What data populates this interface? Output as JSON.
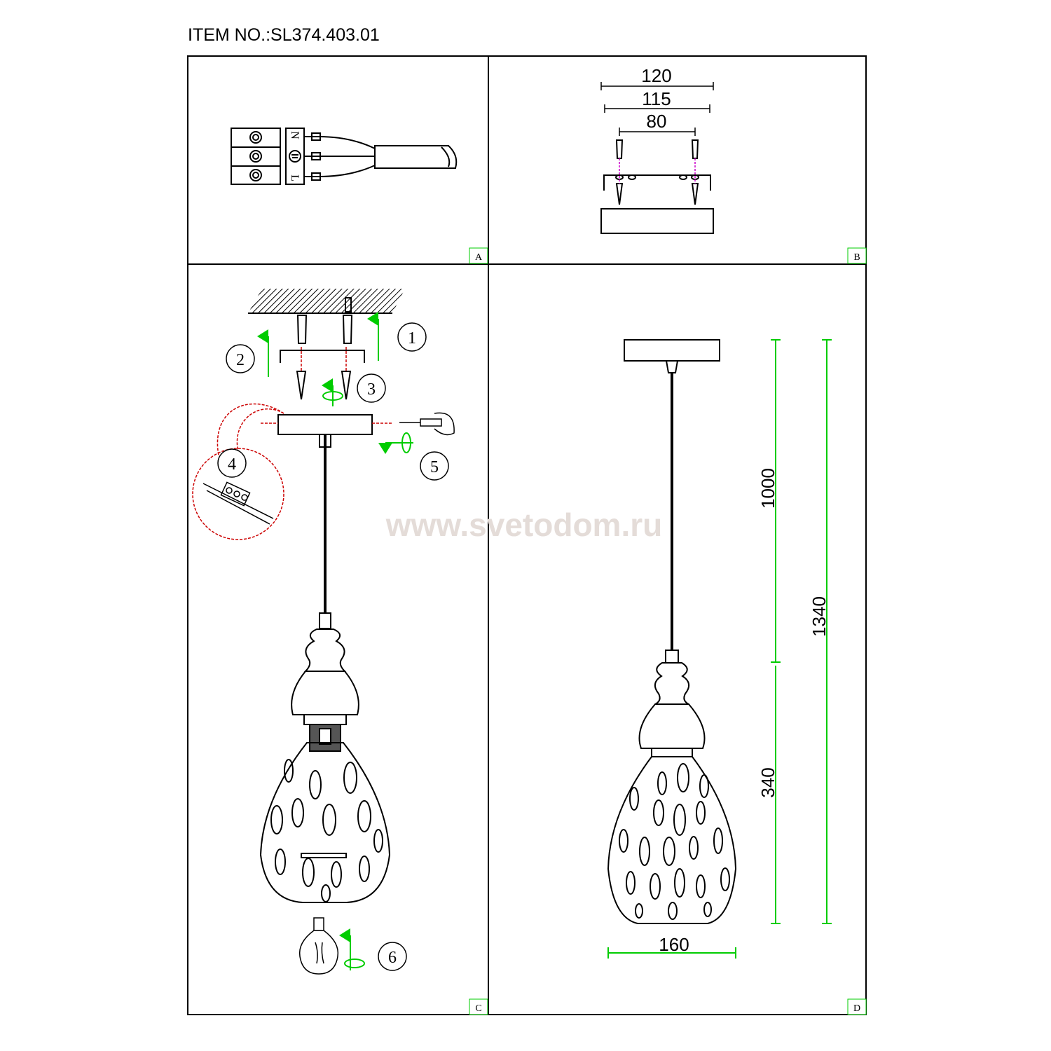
{
  "header": {
    "item_no": "ITEM NO.:SL374.403.01"
  },
  "watermark": "www.svetodom.ru",
  "panels": {
    "a": {
      "tag": "A",
      "terminals": [
        "N",
        "L"
      ]
    },
    "b": {
      "tag": "B",
      "dims": [
        "120",
        "115",
        "80"
      ]
    },
    "c": {
      "tag": "C",
      "steps": [
        "1",
        "2",
        "3",
        "4",
        "5",
        "6"
      ]
    },
    "d": {
      "tag": "D",
      "dims": {
        "width": "160",
        "drop": "1000",
        "shade": "340",
        "total": "1340"
      }
    }
  },
  "colors": {
    "frame": "#000000",
    "dimension": "#00cc00",
    "arrow": "#00cc00",
    "wire_red": "#cc0000",
    "screw_magenta": "#cc00cc",
    "watermark": "#e4dcd8"
  }
}
